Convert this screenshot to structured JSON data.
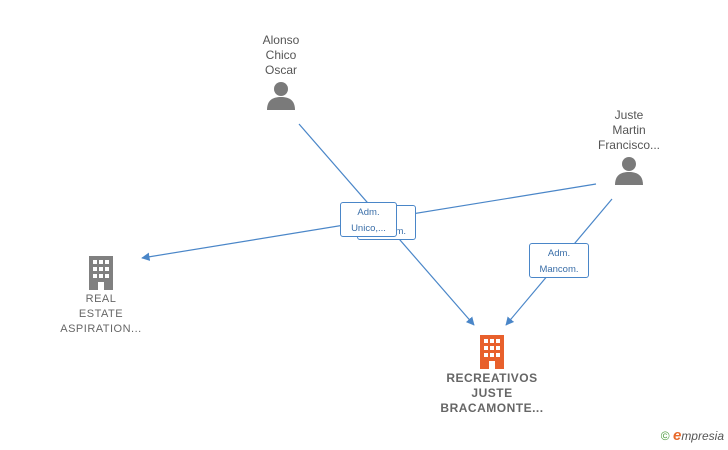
{
  "nodes": {
    "alonso": {
      "label": "Alonso\nChico\nOscar",
      "icon": "person-icon"
    },
    "juste": {
      "label": "Juste\nMartin\nFrancisco...",
      "icon": "person-icon"
    },
    "real_estate": {
      "label": "REAL\nESTATE\nASPIRATION...",
      "icon": "building-icon"
    },
    "recreativos": {
      "label": "RECREATIVOS\nJUSTE\nBRACAMONTE...",
      "icon": "building-icon"
    }
  },
  "edge_labels": {
    "back": "Adm.\nMancom.",
    "front": "Adm.\nUnico,...",
    "juste_mancom": "Adm.\nMancom."
  },
  "colors": {
    "person": "#7a7a7a",
    "company": "#808080",
    "main_company": "#e8602c",
    "edge": "#4a86c8"
  },
  "footer": {
    "copyright": "©",
    "brand": "mpresia",
    "brand_initial": "e"
  }
}
